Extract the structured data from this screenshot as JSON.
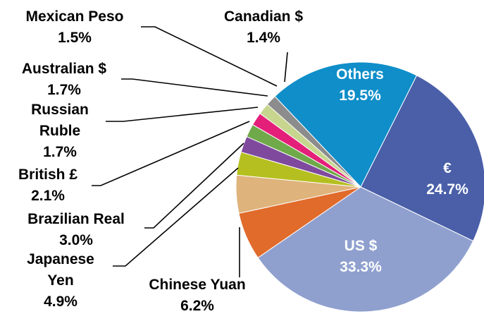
{
  "chart_data": {
    "type": "pie",
    "title": "",
    "unit": "%",
    "slices": [
      {
        "name": "Others",
        "value": 19.5,
        "label": "Others",
        "value_label": "19.5%",
        "color": "#0f8ec9"
      },
      {
        "name": "€",
        "value": 24.7,
        "label": "€",
        "value_label": "24.7%",
        "color": "#4a5fa8"
      },
      {
        "name": "US $",
        "value": 33.3,
        "label": "US $",
        "value_label": "33.3%",
        "color": "#8fa0cf"
      },
      {
        "name": "Chinese Yuan",
        "value": 6.2,
        "label": "Chinese Yuan",
        "value_label": "6.2%",
        "color": "#e06b2b"
      },
      {
        "name": "Japanese Yen",
        "value": 4.9,
        "label": "Japanese\nYen",
        "value_label": "4.9%",
        "color": "#dfb37c"
      },
      {
        "name": "Brazilian Real",
        "value": 3.0,
        "label": "Brazilian Real",
        "value_label": "3.0%",
        "color": "#b5bf1f"
      },
      {
        "name": "British £",
        "value": 2.1,
        "label": "British £",
        "value_label": "2.1%",
        "color": "#7f4a9e"
      },
      {
        "name": "Russian Ruble",
        "value": 1.7,
        "label": "Russian\nRuble",
        "value_label": "1.7%",
        "color": "#6fa94a"
      },
      {
        "name": "Australian $",
        "value": 1.7,
        "label": "Australian $",
        "value_label": "1.7%",
        "color": "#e41f7a"
      },
      {
        "name": "Mexican Peso",
        "value": 1.5,
        "label": "Mexican Peso",
        "value_label": "1.5%",
        "color": "#c7d68f"
      },
      {
        "name": "Canadian $",
        "value": 1.4,
        "label": "Canadian $",
        "value_label": "1.4%",
        "color": "#8c8c8c"
      }
    ],
    "legend": "none"
  }
}
